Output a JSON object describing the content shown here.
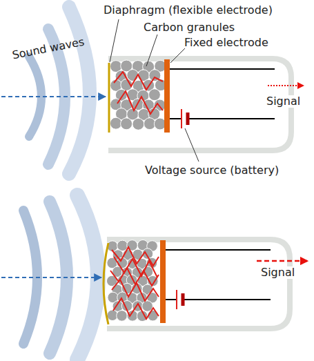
{
  "diagram": {
    "labels": [
      "Diaphragm (flexible electrode)",
      "Carbon granules",
      "Fixed electrode",
      "Sound waves",
      "Signal",
      "Voltage source (battery)",
      "Signal"
    ]
  }
}
